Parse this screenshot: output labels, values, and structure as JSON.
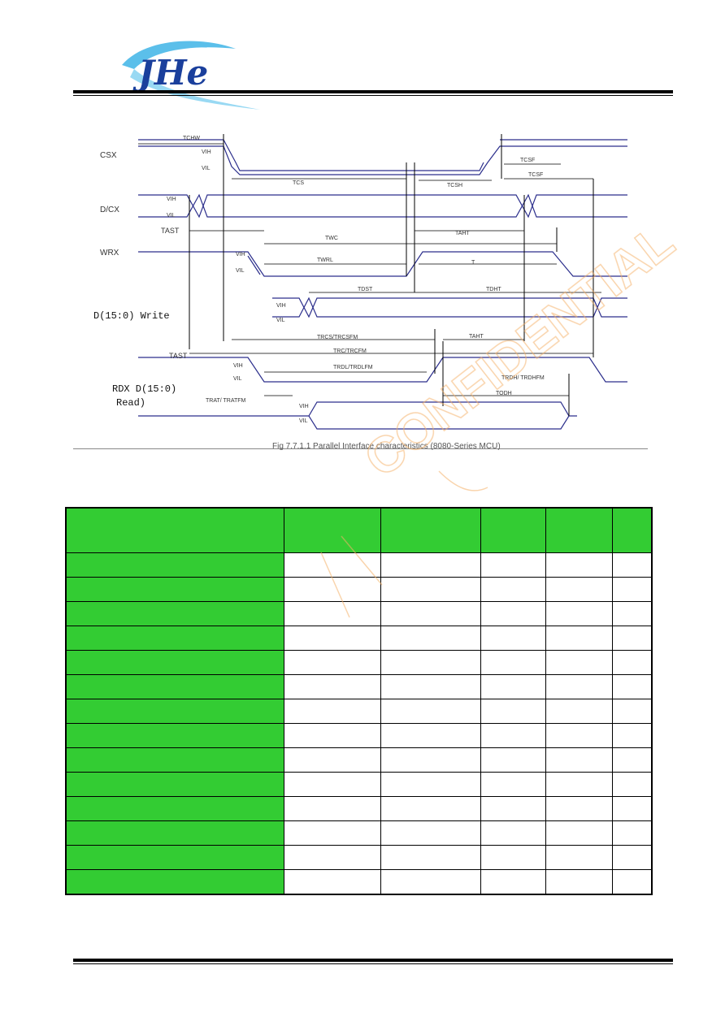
{
  "logo": {
    "text": "JHe"
  },
  "figure": {
    "caption": "Fig 7.7.1.1 Parallel Interface characteristics (8080-Series MCU)",
    "signals": {
      "csx": "CSX",
      "dcx": "D/CX",
      "wrx": "WRX",
      "dwrite": "D(15:0) Write",
      "rdx": "RDX D(15:0)",
      "read": "Read)"
    },
    "levels": {
      "vih": "VIH",
      "vil": "VIL"
    },
    "timing_labels": {
      "tchw": "TCHW",
      "tcs": "TCS",
      "tcsh": "TCSH",
      "tcsf": "TCSF",
      "tcsf2": "TCSF",
      "tast": "TAST",
      "tast2": "TAST",
      "tah": "TAHT",
      "twc": "TWC",
      "twrl": "TWRL",
      "twrh": "T",
      "tdst": "TDST",
      "tdht": "TDHT",
      "trcs": "TRCS/TRCSFM",
      "tahr": "TAHT",
      "trc": "TRC/TRCFM",
      "trdl": "TRDL/TRDLFM",
      "trdh": "TRDH/ TRDHFM",
      "trat": "TRAT/ TRATFM",
      "todh": "TODH"
    }
  },
  "table": {
    "columns": 6,
    "body_rows": 14
  },
  "watermark": {
    "text": "CONFIDENTIAL"
  }
}
